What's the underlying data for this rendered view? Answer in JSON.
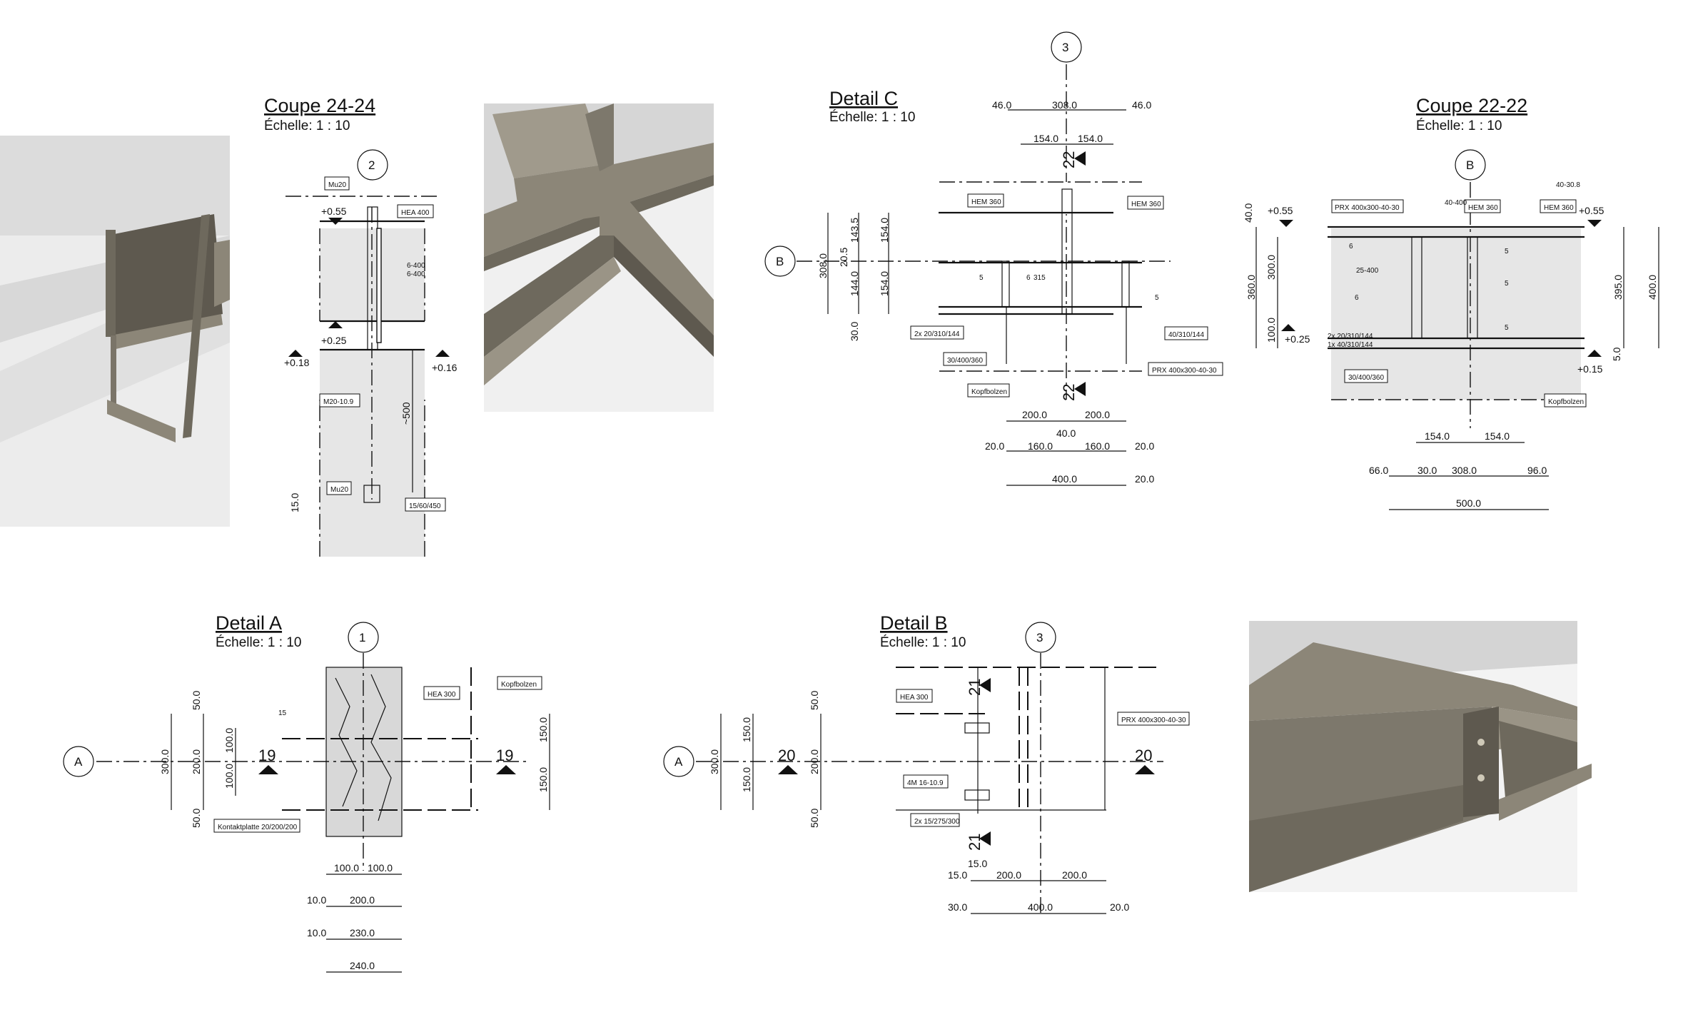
{
  "views": {
    "coupe_24": {
      "title": "Coupe 24-24",
      "scale": "Échelle: 1 : 10",
      "grid": "2",
      "tags": [
        "Mu20",
        "HEA 400",
        "6-400",
        "6-400",
        "M20-10.9",
        "Mu20",
        "15/60/450"
      ],
      "levels": [
        "+0.55",
        "+0.25",
        "+0.18",
        "+0.16"
      ],
      "dims": [
        "~500",
        "15.0"
      ]
    },
    "detail_c": {
      "title": "Detail C",
      "scale": "Échelle: 1 : 10",
      "grid_top": "3",
      "grid_left": "B",
      "section": "22",
      "tags": [
        "HEM 360",
        "HEM 360",
        "2x 20/310/144",
        "30/400/360",
        "Kopfbolzen",
        "40/310/144",
        "PRX 400x300-40-30"
      ],
      "welds": [
        "5",
        "6",
        "315",
        "5"
      ],
      "dims_top": [
        "46.0",
        "308.0",
        "46.0",
        "154.0",
        "154.0"
      ],
      "dims_left": [
        "308.0",
        "143.5",
        "20.5",
        "144.0",
        "30.0",
        "154.0",
        "154.0"
      ],
      "dims_bottom": [
        "200.0",
        "200.0",
        "40.0",
        "20.0",
        "160.0",
        "160.0",
        "20.0",
        "400.0",
        "20.0"
      ]
    },
    "coupe_22": {
      "title": "Coupe 22-22",
      "scale": "Échelle: 1 : 10",
      "grid": "B",
      "tags": [
        "PRX 400x300-40-30",
        "HEM 360",
        "HEM 360",
        "2x 20/310/144",
        "1x 40/310/144",
        "30/400/360",
        "Kopfbolzen"
      ],
      "welds": [
        "40-400",
        "40-30.8",
        "6",
        "25-400",
        "6",
        "5",
        "5",
        "5"
      ],
      "levels": [
        "+0.55",
        "+0.55",
        "+0.25",
        "+0.15"
      ],
      "dims_left": [
        "40.0",
        "360.0",
        "300.0",
        "100.0"
      ],
      "dims_right": [
        "395.0",
        "400.0",
        "5.0"
      ],
      "dims_bottom": [
        "154.0",
        "154.0",
        "66.0",
        "30.0",
        "308.0",
        "96.0",
        "500.0"
      ]
    },
    "detail_a": {
      "title": "Detail A",
      "scale": "Échelle: 1 : 10",
      "grid_top": "1",
      "grid_left": "A",
      "section": "19",
      "tags": [
        "HEA 300",
        "Kopfbolzen",
        "Kontaktplatte 20/200/200"
      ],
      "welds": [
        "15"
      ],
      "dims_left": [
        "300.0",
        "50.0",
        "200.0",
        "50.0",
        "100.0",
        "100.0"
      ],
      "dims_right": [
        "150.0",
        "150.0"
      ],
      "dims_bottom": [
        "100.0",
        "100.0",
        "10.0",
        "200.0",
        "10.0",
        "230.0",
        "240.0"
      ]
    },
    "detail_b": {
      "title": "Detail B",
      "scale": "Échelle: 1 : 10",
      "grid_top": "3",
      "grid_left": "A",
      "sections": [
        "21",
        "20"
      ],
      "tags": [
        "HEA 300",
        "PRX 400x300-40-30",
        "4M 16-10.9",
        "2x 15/275/300"
      ],
      "dims_left": [
        "300.0",
        "150.0",
        "150.0",
        "50.0",
        "200.0",
        "50.0"
      ],
      "dims_bottom": [
        "15.0",
        "15.0",
        "200.0",
        "200.0",
        "30.0",
        "400.0",
        "20.0"
      ]
    }
  },
  "colors": {
    "ink": "#111111",
    "concrete": "#e6e6e6",
    "steel3d": "#8c8678",
    "steel3d_dark": "#6e695d",
    "bg3d": "#f0f0f0"
  }
}
